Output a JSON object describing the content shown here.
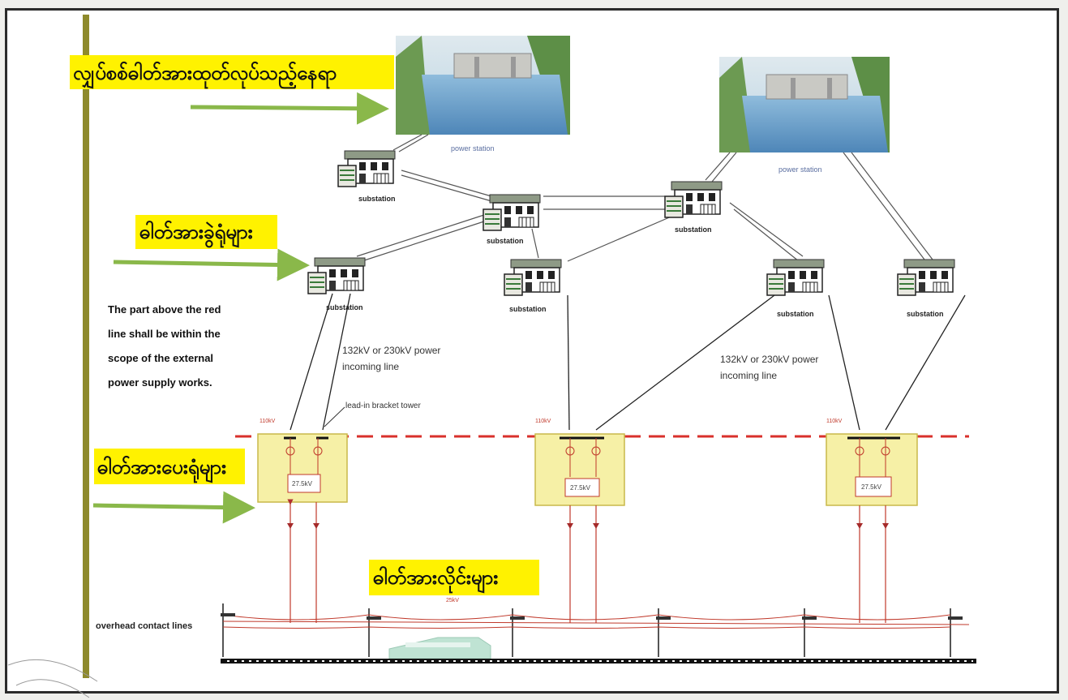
{
  "headings": {
    "generation": "လျှပ်စစ်ဓါတ်အားထုတ်လုပ်သည့်နေရာ",
    "substations": "ဓါတ်အားခွဲရုံများ",
    "supply_stations": "ဓါတ်အားပေးရုံများ",
    "lines": "ဓါတ်အားလိုင်းများ"
  },
  "labels": {
    "power_station_1": "power station",
    "power_station_2": "power station",
    "substation": "substation",
    "note": [
      "The part above the red",
      "line shall be within the",
      "scope of the external",
      "power supply works."
    ],
    "incoming_line_left": [
      "132kV or  230kV power",
      "incoming line"
    ],
    "incoming_line_right": [
      "132kV or  230kV power",
      "incoming line"
    ],
    "lead_in_tower": "lead-in bracket tower",
    "box_tag": "110kV",
    "transformer_text": "27.5kV",
    "catenary_voltage": "25kV",
    "overhead_contact_lines": "overhead contact lines"
  },
  "colors": {
    "highlight": "#fff200",
    "arrow": "#8ab84a",
    "pole": "#8e8a2c",
    "red_line": "#d9302b",
    "box_fill": "#f6f0a6",
    "water": "#6fa3c9"
  }
}
